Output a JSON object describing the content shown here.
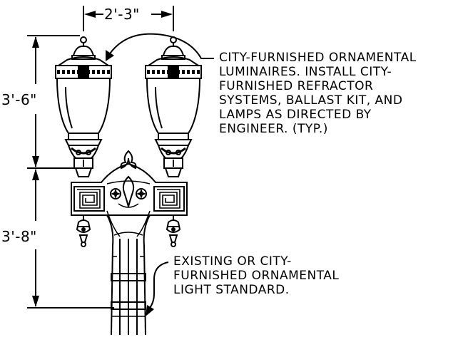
{
  "dimensions": {
    "width_spacing": "2'-3\"",
    "upper_height": "3'-6\"",
    "lower_height": "3'-8\""
  },
  "notes": {
    "luminaires": [
      "CITY-FURNISHED ORNAMENTAL",
      "LUMINAIRES. INSTALL CITY-",
      "FURNISHED REFRACTOR",
      "SYSTEMS, BALLAST KIT, AND",
      "LAMPS AS DIRECTED BY",
      "ENGINEER. (TYP.)"
    ],
    "standard": [
      "EXISTING OR CITY-",
      "FURNISHED ORNAMENTAL",
      "LIGHT STANDARD."
    ]
  },
  "colors": {
    "line": "#000000",
    "background": "#ffffff"
  }
}
